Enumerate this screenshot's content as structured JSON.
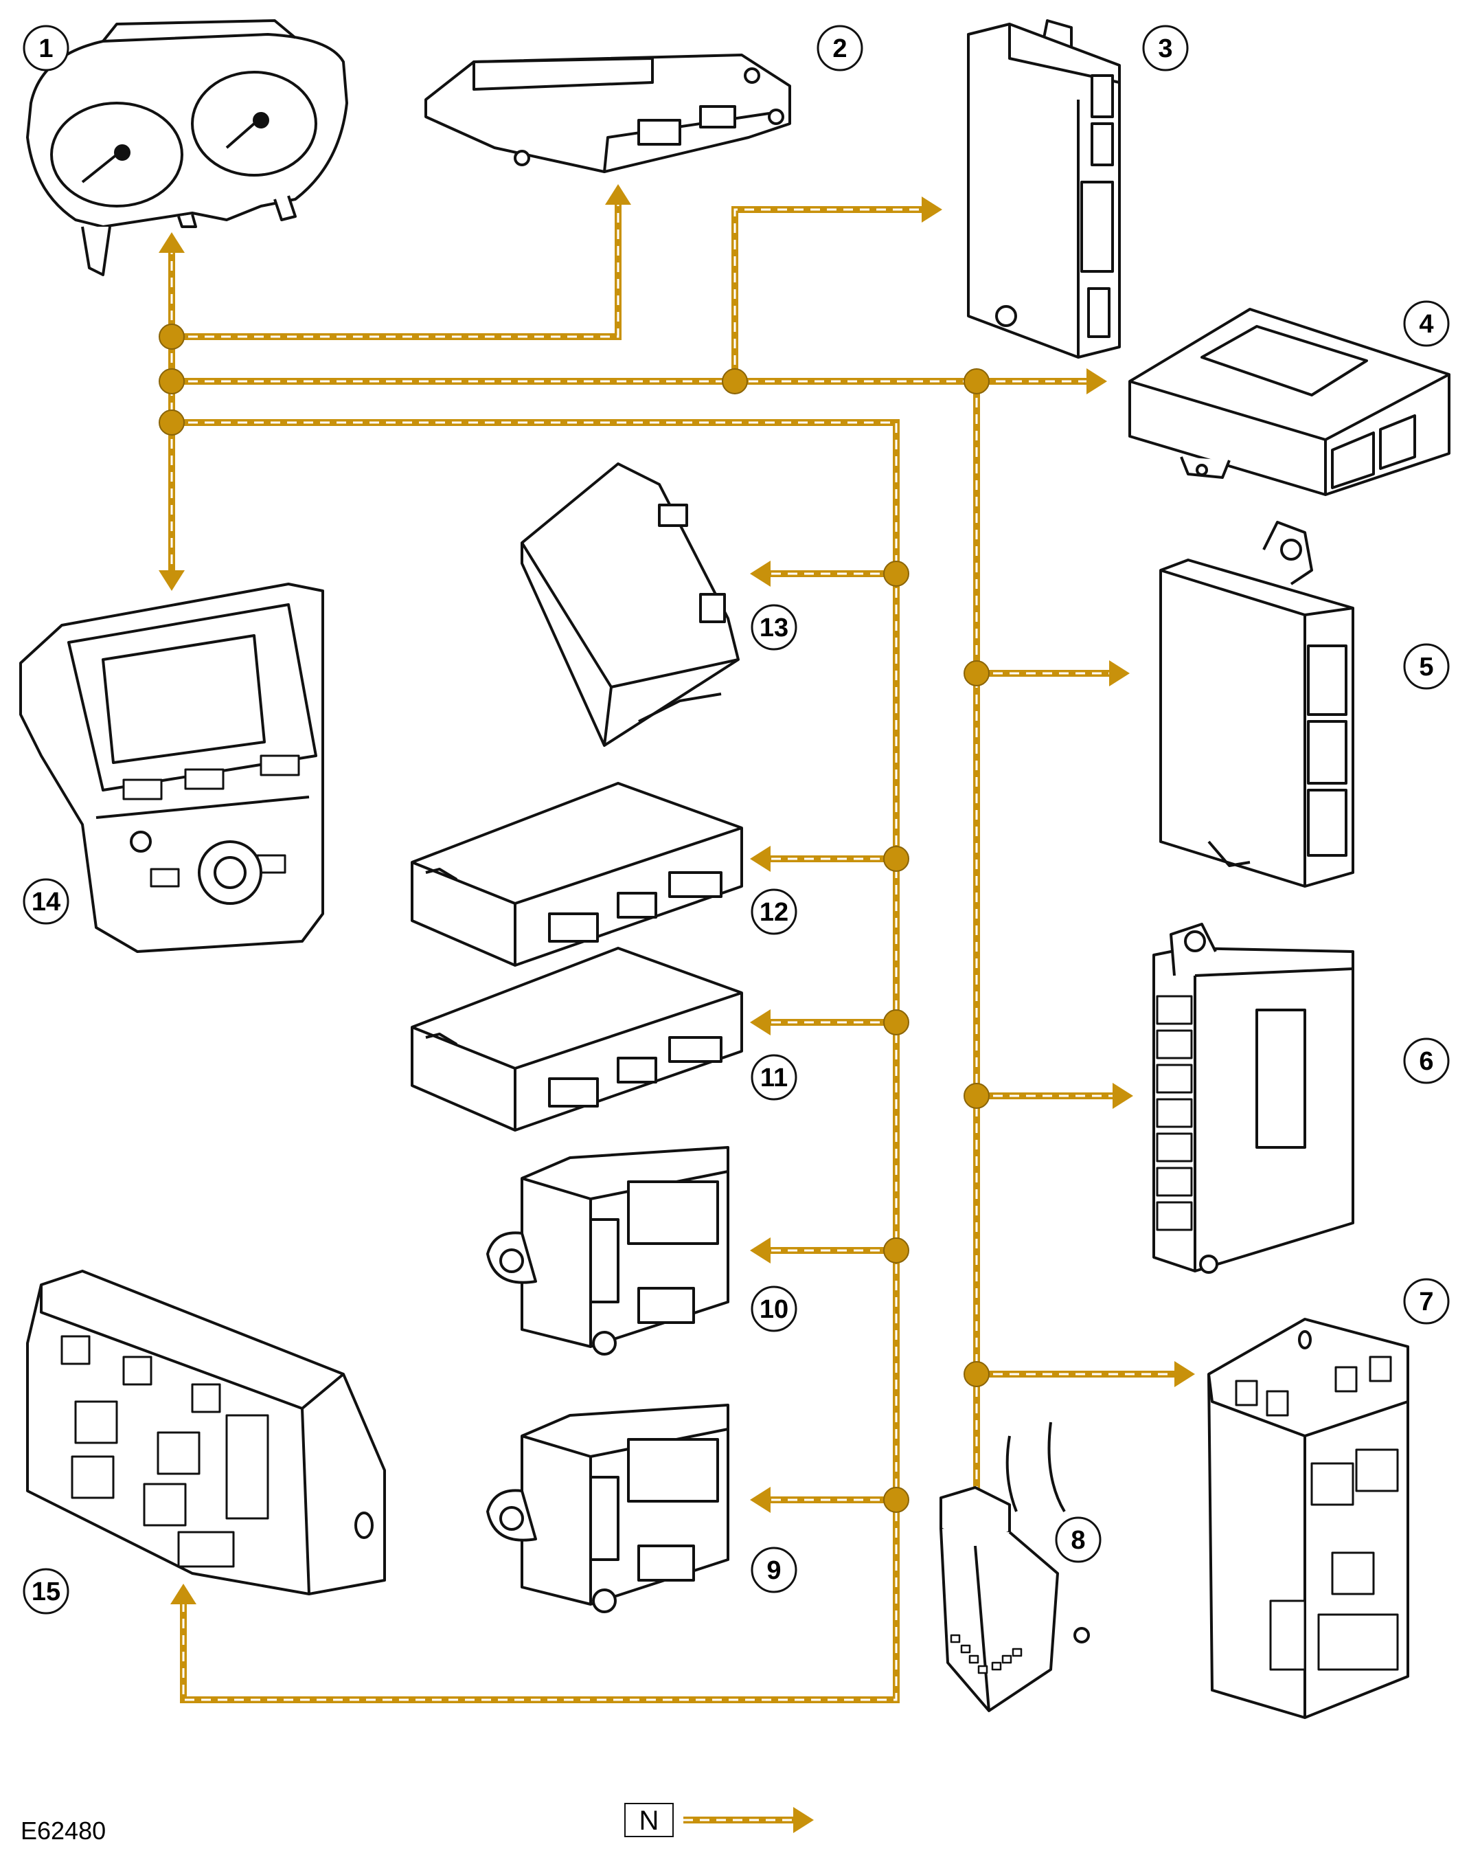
{
  "figure_ref": "E62480",
  "legend": {
    "label": "N"
  },
  "colors": {
    "bus": "#B8860B",
    "bus_dash": "#ffffff",
    "outline": "#111111",
    "node": "#C8910B"
  },
  "components": [
    {
      "num": "1",
      "icon": "instrument-cluster-icon"
    },
    {
      "num": "2",
      "icon": "control-module-icon"
    },
    {
      "num": "3",
      "icon": "control-module-icon"
    },
    {
      "num": "4",
      "icon": "control-module-icon"
    },
    {
      "num": "5",
      "icon": "control-module-icon"
    },
    {
      "num": "6",
      "icon": "control-module-icon"
    },
    {
      "num": "7",
      "icon": "fuse-box-icon"
    },
    {
      "num": "8",
      "icon": "diagnostic-connector-icon"
    },
    {
      "num": "9",
      "icon": "door-module-icon"
    },
    {
      "num": "10",
      "icon": "door-module-icon"
    },
    {
      "num": "11",
      "icon": "control-module-icon"
    },
    {
      "num": "12",
      "icon": "control-module-icon"
    },
    {
      "num": "13",
      "icon": "control-module-icon"
    },
    {
      "num": "14",
      "icon": "touch-screen-icon"
    },
    {
      "num": "15",
      "icon": "fuse-box-icon"
    }
  ]
}
